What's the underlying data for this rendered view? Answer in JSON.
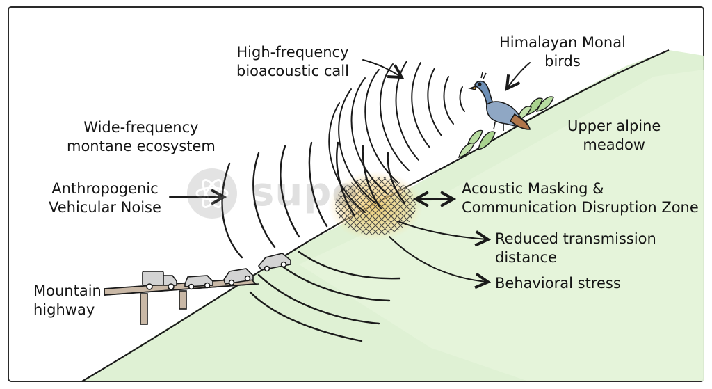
{
  "labels": {
    "high_frequency_call": [
      "High-frequency",
      "bioacoustic call"
    ],
    "monal_birds": [
      "Himalayan Monal",
      "birds"
    ],
    "wide_frequency": [
      "Wide-frequency",
      "montane ecosystem"
    ],
    "alpine_meadow": [
      "Upper alpine",
      "meadow"
    ],
    "vehicular_noise": [
      "Anthropogenic",
      "Vehicular Noise"
    ],
    "masking_zone": [
      "Acoustic Masking &",
      "Communication Disruption Zone"
    ],
    "reduced_transmission": [
      "Reduced transmission",
      "distance"
    ],
    "behavioral_stress": "Behavioral stress",
    "mountain_highway": [
      "Mountain",
      "highway"
    ]
  },
  "watermark": "supe",
  "colors": {
    "ink": "#1a1a1a",
    "meadow_green": "#d4ecc6",
    "masking_glow": "#f1c766",
    "bird_blue": "#8fa7c4",
    "bird_brown": "#b0764a",
    "vehicle_grey": "#cfcfcf",
    "bridge_brown": "#c9b8a6"
  }
}
